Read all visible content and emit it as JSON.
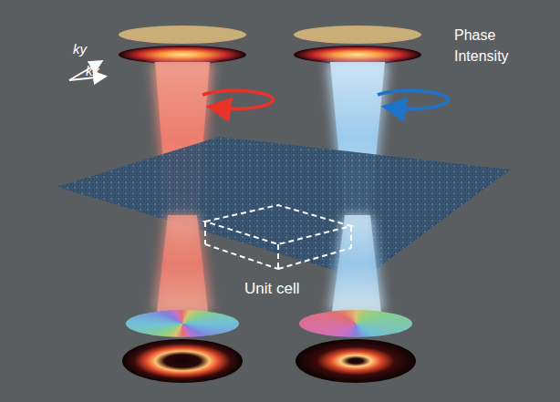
{
  "diagram": {
    "labels": [
      "Phase",
      "Intensity",
      "ky",
      "kx",
      "Unit cell"
    ]
  }
}
